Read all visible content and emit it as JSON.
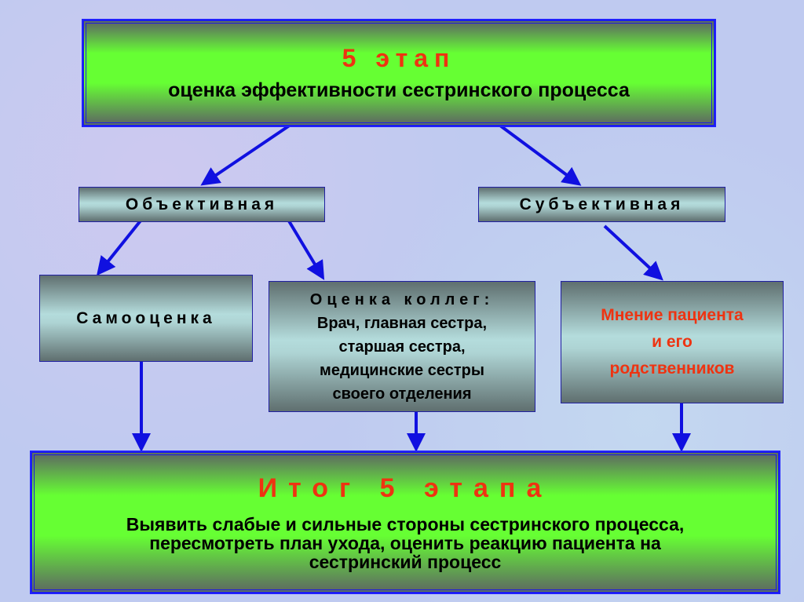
{
  "top": {
    "title": "5 этап",
    "subtitle": "оценка эффективности сестринского процесса"
  },
  "objective": "Объективная",
  "subjective": "Субъективная",
  "self": "Самооценка",
  "colleagues": {
    "title": "Оценка коллег:",
    "lines": [
      "Врач, главная сестра,",
      "старшая сестра,",
      "медицинские сестры",
      "своего отделения"
    ]
  },
  "patient": {
    "lines": [
      "Мнение пациента",
      "и его",
      "родственников"
    ]
  },
  "result": {
    "title": "Итог 5 этапа",
    "lines": [
      "Выявить слабые и сильные стороны сестринского процесса,",
      "пересмотреть план ухода, оценить реакцию пациента на",
      "сестринский процесс"
    ]
  },
  "colors": {
    "accent": "#ee3311",
    "arrow": "#1010e0",
    "green": "#66ff33"
  }
}
